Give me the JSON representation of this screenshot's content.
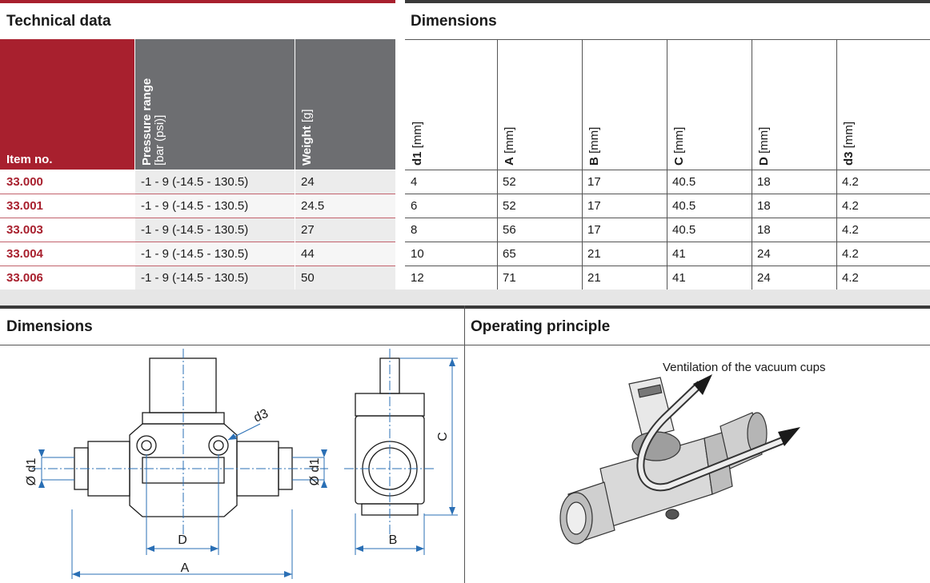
{
  "technical": {
    "title": "Technical data",
    "headers": {
      "item": "Item no.",
      "pressure_bold": "Pressure range",
      "pressure_unit": "[bar (psi)]",
      "weight_bold": "Weight",
      "weight_unit": "[g]"
    },
    "rows": [
      {
        "item": "33.000",
        "pressure": "-1 - 9 (-14.5 - 130.5)",
        "weight": "24"
      },
      {
        "item": "33.001",
        "pressure": "-1 - 9 (-14.5 - 130.5)",
        "weight": "24.5"
      },
      {
        "item": "33.003",
        "pressure": "-1 - 9 (-14.5 - 130.5)",
        "weight": "27"
      },
      {
        "item": "33.004",
        "pressure": "-1 - 9 (-14.5 - 130.5)",
        "weight": "44"
      },
      {
        "item": "33.006",
        "pressure": "-1 - 9 (-14.5 - 130.5)",
        "weight": "50"
      }
    ]
  },
  "dimensions_table": {
    "title": "Dimensions",
    "headers": [
      {
        "bold": "d1",
        "unit": "[mm]"
      },
      {
        "bold": "A",
        "unit": "[mm]"
      },
      {
        "bold": "B",
        "unit": "[mm]"
      },
      {
        "bold": "C",
        "unit": "[mm]"
      },
      {
        "bold": "D",
        "unit": "[mm]"
      },
      {
        "bold": "d3",
        "unit": "[mm]"
      }
    ],
    "rows": [
      [
        "4",
        "52",
        "17",
        "40.5",
        "18",
        "4.2"
      ],
      [
        "6",
        "52",
        "17",
        "40.5",
        "18",
        "4.2"
      ],
      [
        "8",
        "56",
        "17",
        "40.5",
        "18",
        "4.2"
      ],
      [
        "10",
        "65",
        "21",
        "41",
        "24",
        "4.2"
      ],
      [
        "12",
        "71",
        "21",
        "41",
        "24",
        "4.2"
      ]
    ]
  },
  "dimensions_drawing": {
    "title": "Dimensions",
    "labels": {
      "d1_left": "Ø d1",
      "d1_right": "Ø d1",
      "d3": "d3",
      "D": "D",
      "A": "A",
      "B": "B",
      "C": "C"
    }
  },
  "operating": {
    "title": "Operating principle",
    "caption": "Ventilation of the vacuum cups"
  },
  "colors": {
    "brand_red": "#a8202e",
    "header_grey": "#6d6e71",
    "dimension_blue": "#2a6fb5"
  }
}
